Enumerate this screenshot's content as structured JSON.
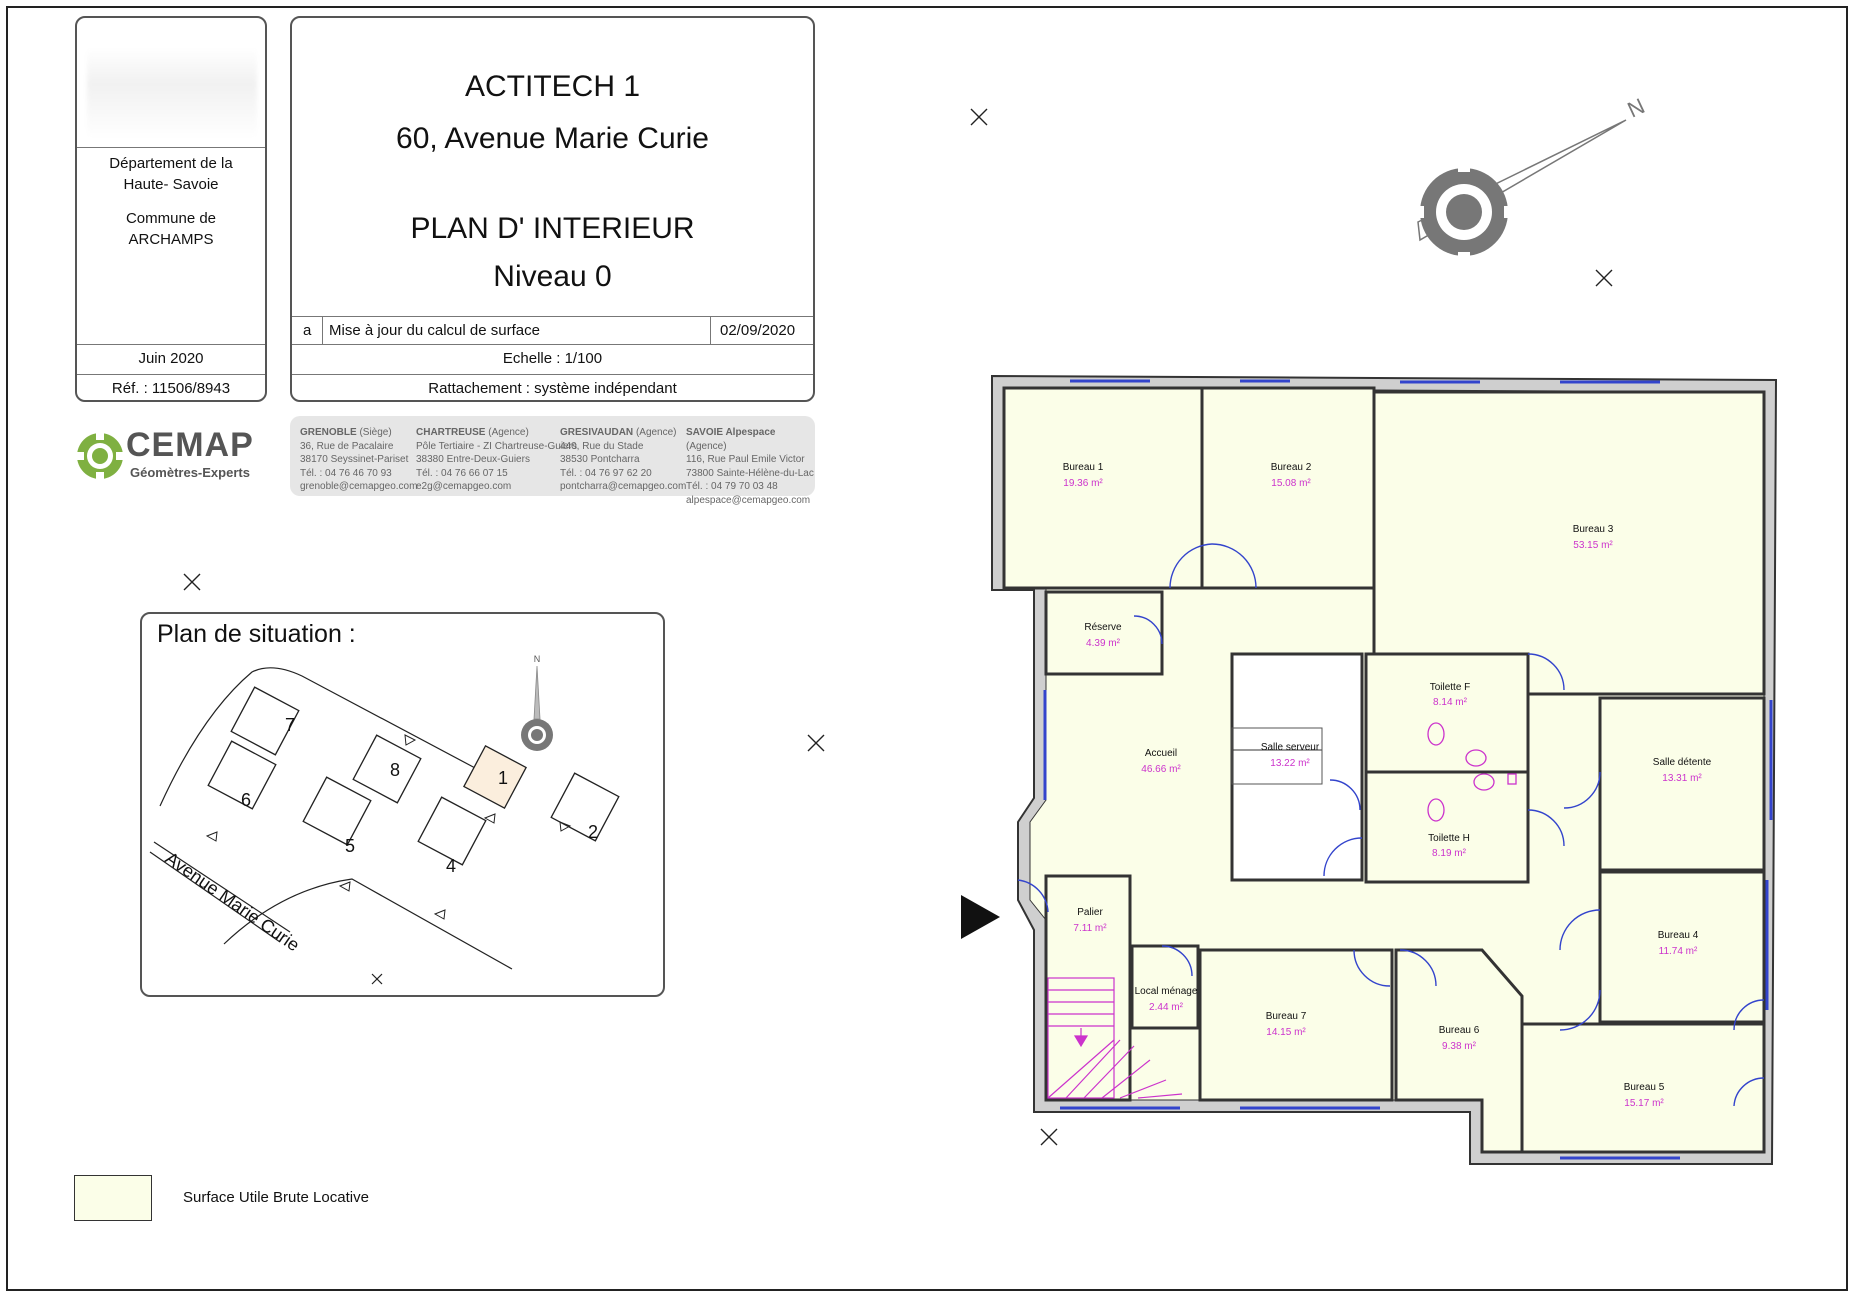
{
  "cartouche": {
    "dept_line1": "Département de la",
    "dept_line2": "Haute- Savoie",
    "commune_line1": "Commune de",
    "commune_line2": "ARCHAMPS",
    "date": "Juin 2020",
    "reference": "Réf. : 11506/8943",
    "title_line1": "ACTITECH 1",
    "title_line2": "60, Avenue Marie Curie",
    "title_line3": "PLAN D' INTERIEUR",
    "title_line4": "Niveau 0",
    "revision_index": "a",
    "revision_text": "Mise à jour du calcul de surface",
    "revision_date": "02/09/2020",
    "scale": "Echelle : 1/100",
    "rattachement": "Rattachement : système indépendant"
  },
  "logo": {
    "name": "CEMAP",
    "subtitle": "Géomètres-Experts",
    "color": "#7fb041"
  },
  "agencies": [
    {
      "name": "GRENOBLE",
      "type": "(Siège)",
      "lines": [
        "36, Rue de Pacalaire",
        "38170 Seyssinet-Pariset",
        "Tél. : 04 76 46 70 93",
        "grenoble@cemapgeo.com"
      ]
    },
    {
      "name": "CHARTREUSE",
      "type": "(Agence)",
      "lines": [
        "Pôle Tertiaire - ZI Chartreuse-Guiers",
        "38380 Entre-Deux-Guiers",
        "Tél. : 04 76 66 07 15",
        "e2g@cemapgeo.com"
      ]
    },
    {
      "name": "GRESIVAUDAN",
      "type": "(Agence)",
      "lines": [
        "440, Rue du Stade",
        "38530 Pontcharra",
        "Tél. : 04 76 97 62 20",
        "pontcharra@cemapgeo.com"
      ]
    },
    {
      "name": "SAVOIE Alpespace",
      "type": "(Agence)",
      "lines": [
        "116, Rue Paul Emile Victor",
        "73800 Sainte-Hélène-du-Lac",
        "Tél. : 04 79 70 03 48",
        "alpespace@cemapgeo.com"
      ]
    }
  ],
  "situation": {
    "title": "Plan de situation :",
    "north": "N",
    "street": "Avenue Marie Curie",
    "buildings": [
      "7",
      "8",
      "1",
      "6",
      "5",
      "4",
      "2"
    ]
  },
  "north_label": "N",
  "rooms": [
    {
      "name": "Bureau 1",
      "area": "19.36 m²"
    },
    {
      "name": "Bureau 2",
      "area": "15.08 m²"
    },
    {
      "name": "Bureau 3",
      "area": "53.15 m²"
    },
    {
      "name": "Réserve",
      "area": "4.39 m²"
    },
    {
      "name": "Accueil",
      "area": "46.66 m²"
    },
    {
      "name": "Salle serveur",
      "area": "13.22 m²"
    },
    {
      "name": "Toilette  F",
      "area": "8.14 m²"
    },
    {
      "name": "Toilette  H",
      "area": "8.19 m²"
    },
    {
      "name": "Salle détente",
      "area": "13.31 m²"
    },
    {
      "name": "Palier",
      "area": "7.11 m²"
    },
    {
      "name": "Local ménage",
      "area": "2.44 m²"
    },
    {
      "name": "Bureau 7",
      "area": "14.15 m²"
    },
    {
      "name": "Bureau 6",
      "area": "9.38 m²"
    },
    {
      "name": "Bureau 4",
      "area": "11.74 m²"
    },
    {
      "name": "Bureau 5",
      "area": "15.17 m²"
    }
  ],
  "legend": {
    "label": "Surface Utile Brute Locative",
    "fill_color": "#fbfee8"
  },
  "colors": {
    "room_fill": "#fbfee8",
    "area_text": "#cc33cc",
    "door": "#3344cc",
    "wall": "#333333"
  }
}
